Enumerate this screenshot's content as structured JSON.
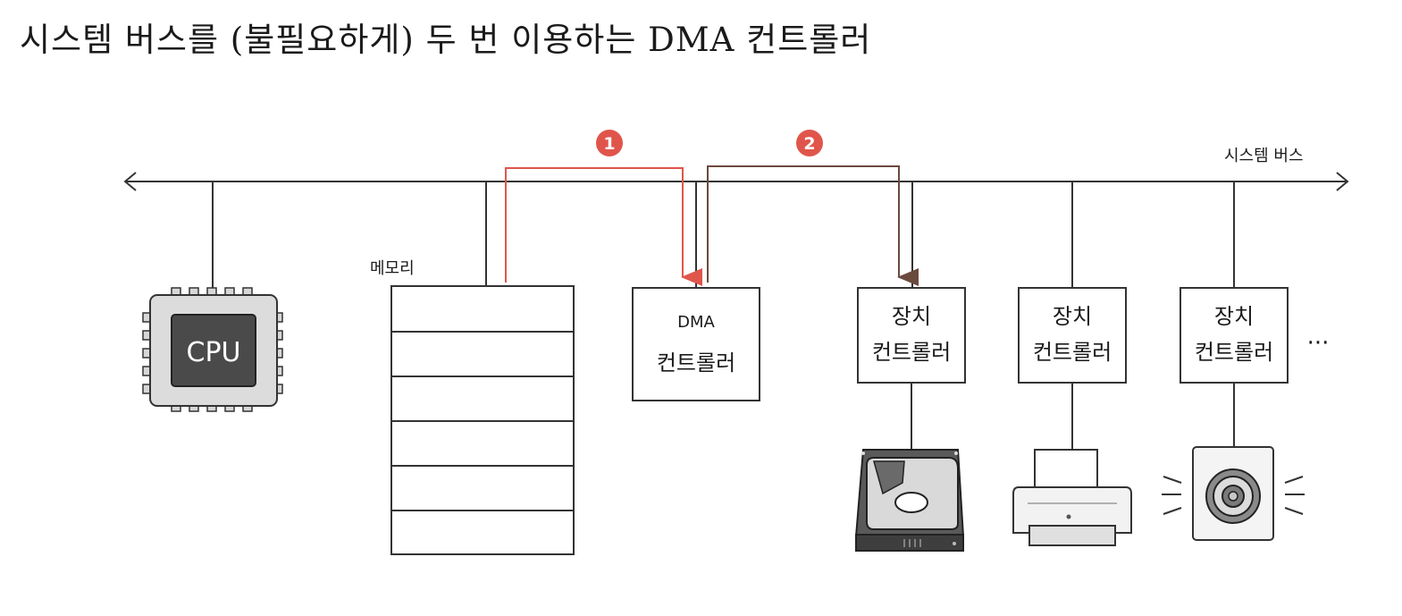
{
  "title": "시스템 버스를 (불필요하게) 두 번 이용하는 DMA 컨트롤러",
  "labels": {
    "system_bus": "시스템 버스",
    "memory": "메모리",
    "cpu": "CPU",
    "dma_line1": "DMA",
    "dma_line2": "컨트롤러",
    "device_line1": "장치",
    "device_line2": "컨트롤러",
    "ellipsis": "···"
  },
  "steps": [
    {
      "number": "1",
      "color": "#e0554b"
    },
    {
      "number": "2",
      "color": "#6b4a3e"
    }
  ],
  "devices": [
    {
      "icon": "hard-disk-icon"
    },
    {
      "icon": "printer-icon"
    },
    {
      "icon": "speaker-icon"
    }
  ],
  "colors": {
    "line": "#333333",
    "step1": "#e0554b",
    "step2": "#6b4a3e",
    "cpu_body": "#dcdcdc",
    "cpu_die": "#4a4a4a"
  }
}
